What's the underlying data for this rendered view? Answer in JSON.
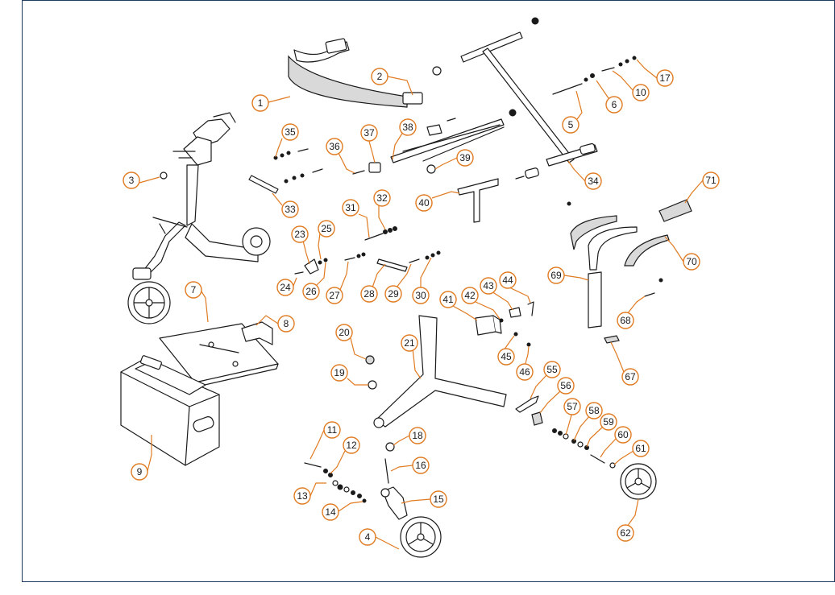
{
  "callouts": [
    {
      "label": "1"
    },
    {
      "label": "2"
    },
    {
      "label": "3"
    },
    {
      "label": "4"
    },
    {
      "label": "5"
    },
    {
      "label": "6"
    },
    {
      "label": "7"
    },
    {
      "label": "8"
    },
    {
      "label": "9"
    },
    {
      "label": "10"
    },
    {
      "label": "11"
    },
    {
      "label": "12"
    },
    {
      "label": "13"
    },
    {
      "label": "14"
    },
    {
      "label": "15"
    },
    {
      "label": "16"
    },
    {
      "label": "17"
    },
    {
      "label": "18"
    },
    {
      "label": "19"
    },
    {
      "label": "20"
    },
    {
      "label": "21"
    },
    {
      "label": "23"
    },
    {
      "label": "24"
    },
    {
      "label": "25"
    },
    {
      "label": "26"
    },
    {
      "label": "27"
    },
    {
      "label": "28"
    },
    {
      "label": "29"
    },
    {
      "label": "30"
    },
    {
      "label": "31"
    },
    {
      "label": "32"
    },
    {
      "label": "33"
    },
    {
      "label": "34"
    },
    {
      "label": "35"
    },
    {
      "label": "36"
    },
    {
      "label": "37"
    },
    {
      "label": "38"
    },
    {
      "label": "39"
    },
    {
      "label": "40"
    },
    {
      "label": "41"
    },
    {
      "label": "42"
    },
    {
      "label": "43"
    },
    {
      "label": "44"
    },
    {
      "label": "45"
    },
    {
      "label": "46"
    },
    {
      "label": "55"
    },
    {
      "label": "56"
    },
    {
      "label": "57"
    },
    {
      "label": "58"
    },
    {
      "label": "59"
    },
    {
      "label": "60"
    },
    {
      "label": "61"
    },
    {
      "label": "62"
    },
    {
      "label": "67"
    },
    {
      "label": "68"
    },
    {
      "label": "69"
    },
    {
      "label": "70"
    },
    {
      "label": "71"
    }
  ],
  "colors": {
    "callout": "#e07b22",
    "line": "#1a1a1a",
    "frame": "#1f3a5f",
    "background": "#ffffff"
  }
}
